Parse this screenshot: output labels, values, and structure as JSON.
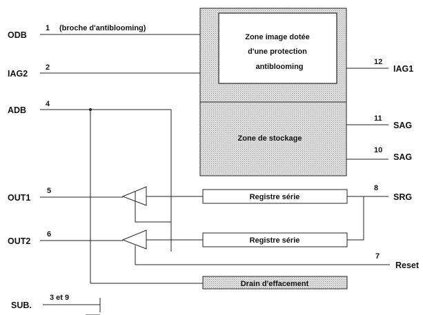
{
  "pins": {
    "odb": {
      "label": "ODB",
      "num": "1",
      "note": "(broche d'antiblooming)"
    },
    "iag2": {
      "label": "IAG2",
      "num": "2"
    },
    "adb": {
      "label": "ADB",
      "num": "4"
    },
    "out1": {
      "label": "OUT1",
      "num": "5"
    },
    "out2": {
      "label": "OUT2",
      "num": "6"
    },
    "sub": {
      "label": "SUB.",
      "num": "3 et 9"
    },
    "iag1": {
      "label": "IAG1",
      "num": "12"
    },
    "sag11": {
      "label": "SAG",
      "num": "11"
    },
    "sag10": {
      "label": "SAG",
      "num": "10"
    },
    "srg": {
      "label": "SRG",
      "num": "8"
    },
    "reset": {
      "label": "Reset",
      "num": "7"
    }
  },
  "blocks": {
    "image_zone": [
      "Zone image dotée",
      "d'une protection",
      "antiblooming"
    ],
    "storage_zone": "Zone de stockage",
    "register1": "Registre série",
    "register2": "Registre série",
    "drain": "Drain d'effacement"
  },
  "colors": {
    "stipple": "#d6d6d6",
    "line": "#222222"
  }
}
